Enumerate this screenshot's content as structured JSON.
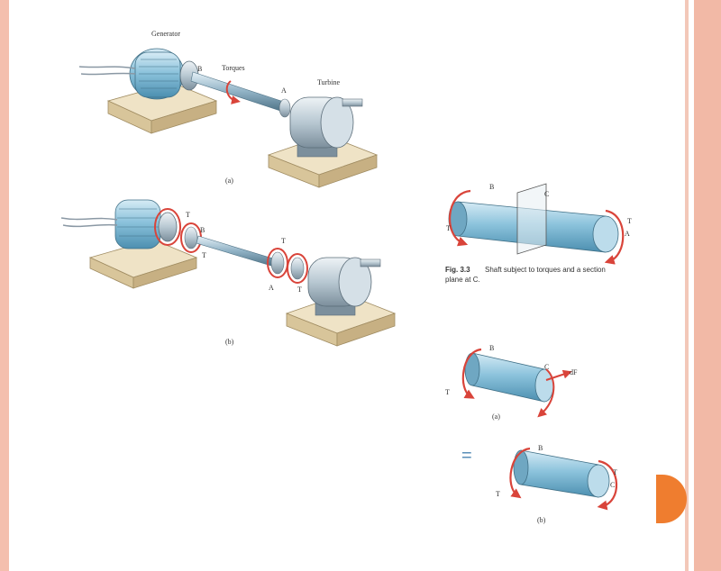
{
  "figure_a_top": {
    "generator_label": "Generator",
    "torque_label": "Torques",
    "turbine_label": "Turbine",
    "point_b": "B",
    "point_a": "A",
    "sublabel": "(a)"
  },
  "figure_b_top": {
    "point_b": "B",
    "point_a": "A",
    "torque_t1": "T",
    "torque_t2": "T",
    "torque_t3": "T",
    "torque_t4": "T",
    "sublabel": "(b)"
  },
  "figure_shaft": {
    "point_b": "B",
    "point_c": "C",
    "point_a": "A",
    "torque_left": "T",
    "torque_right": "T",
    "caption_number": "Fig. 3.3",
    "caption_line1": "Shaft subject to torques and a section",
    "caption_line2": "plane at C."
  },
  "figure_section_a": {
    "point_b": "B",
    "point_c": "C",
    "torque_t": "T",
    "force_label": "dF",
    "sublabel": "(a)"
  },
  "equals_sign": "=",
  "figure_section_b": {
    "point_b": "B",
    "point_c": "C",
    "torque_left": "T",
    "torque_right": "T",
    "sublabel": "(b)"
  },
  "colors": {
    "frame": "#f4bfae",
    "tab": "#ef7d2f",
    "shaft_blue": "#8cc3dc",
    "torque_red": "#d9443a",
    "base_tan": "#e8d9b8"
  }
}
